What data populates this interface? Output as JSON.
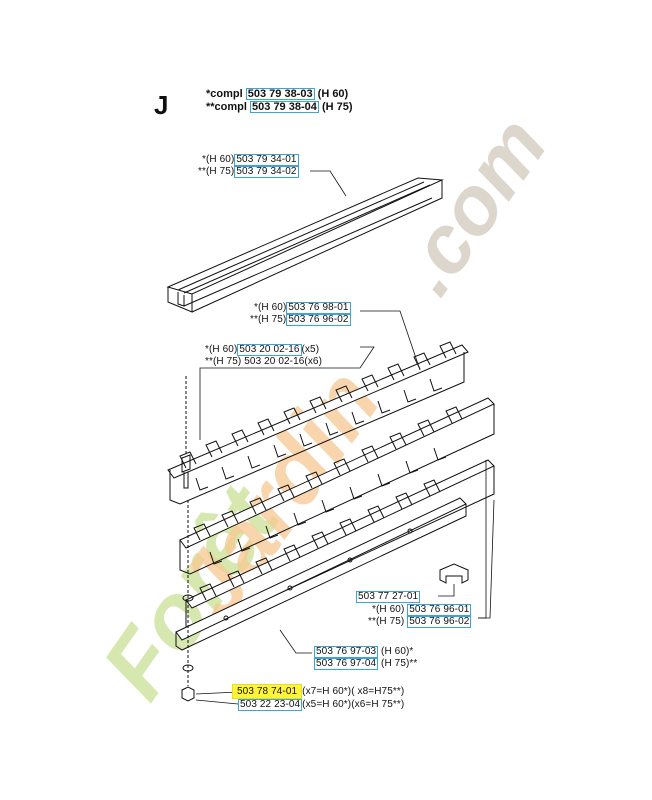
{
  "section_letter": "J",
  "header": {
    "line1": {
      "prefix": "*compl",
      "part": "503 79 38-03",
      "suffix": "(H 60)"
    },
    "line2": {
      "prefix": "**compl",
      "part": "503 79 38-04",
      "suffix": "(H 75)"
    }
  },
  "labels": {
    "guide_60": {
      "prefix": "*(H 60)",
      "part": "503 79 34-01"
    },
    "guide_75": {
      "prefix": "**(H 75)",
      "part": "503 79 34-02"
    },
    "blade_top_60": {
      "prefix": "*(H 60)",
      "part": "503 76 98-01"
    },
    "blade_top_75": {
      "prefix": "**(H 75)",
      "part": "503 76 96-02"
    },
    "bolt_60": {
      "prefix": "*(H 60)",
      "part": "503 20 02-16",
      "suffix": "(x5)"
    },
    "bolt_75": {
      "prefix": "**(H 75)",
      "part": "503 20 02-16",
      "suffix": "(x6)"
    },
    "clip": {
      "part": "503 77 27-01"
    },
    "blade_bot_60": {
      "prefix": "*(H 60)",
      "part": "503 76 96-01"
    },
    "blade_bot_75": {
      "prefix": "**(H 75)",
      "part": "503 76 96-02"
    },
    "bar_60": {
      "part": "503 76 97-03",
      "suffix": "(H 60)*"
    },
    "bar_75": {
      "part": "503 76 97-04",
      "suffix": "(H 75)**"
    },
    "washer": {
      "part": "503 78 74-01",
      "suffix": "(x7=H 60*)( x8=H75**)"
    },
    "nut": {
      "part": "503 22 23-04",
      "suffix": "(x5=H 60*)(x6=H 75**)"
    }
  },
  "watermark": {
    "left": "Forêt",
    "right": "Jardin",
    "domain": ".com"
  },
  "colors": {
    "link_box": "#3aa6d6",
    "highlight": "#fff43a",
    "watermark_green": "#cfe4a3",
    "watermark_orange": "#f6c891",
    "watermark_grey": "#d9d2c7"
  }
}
